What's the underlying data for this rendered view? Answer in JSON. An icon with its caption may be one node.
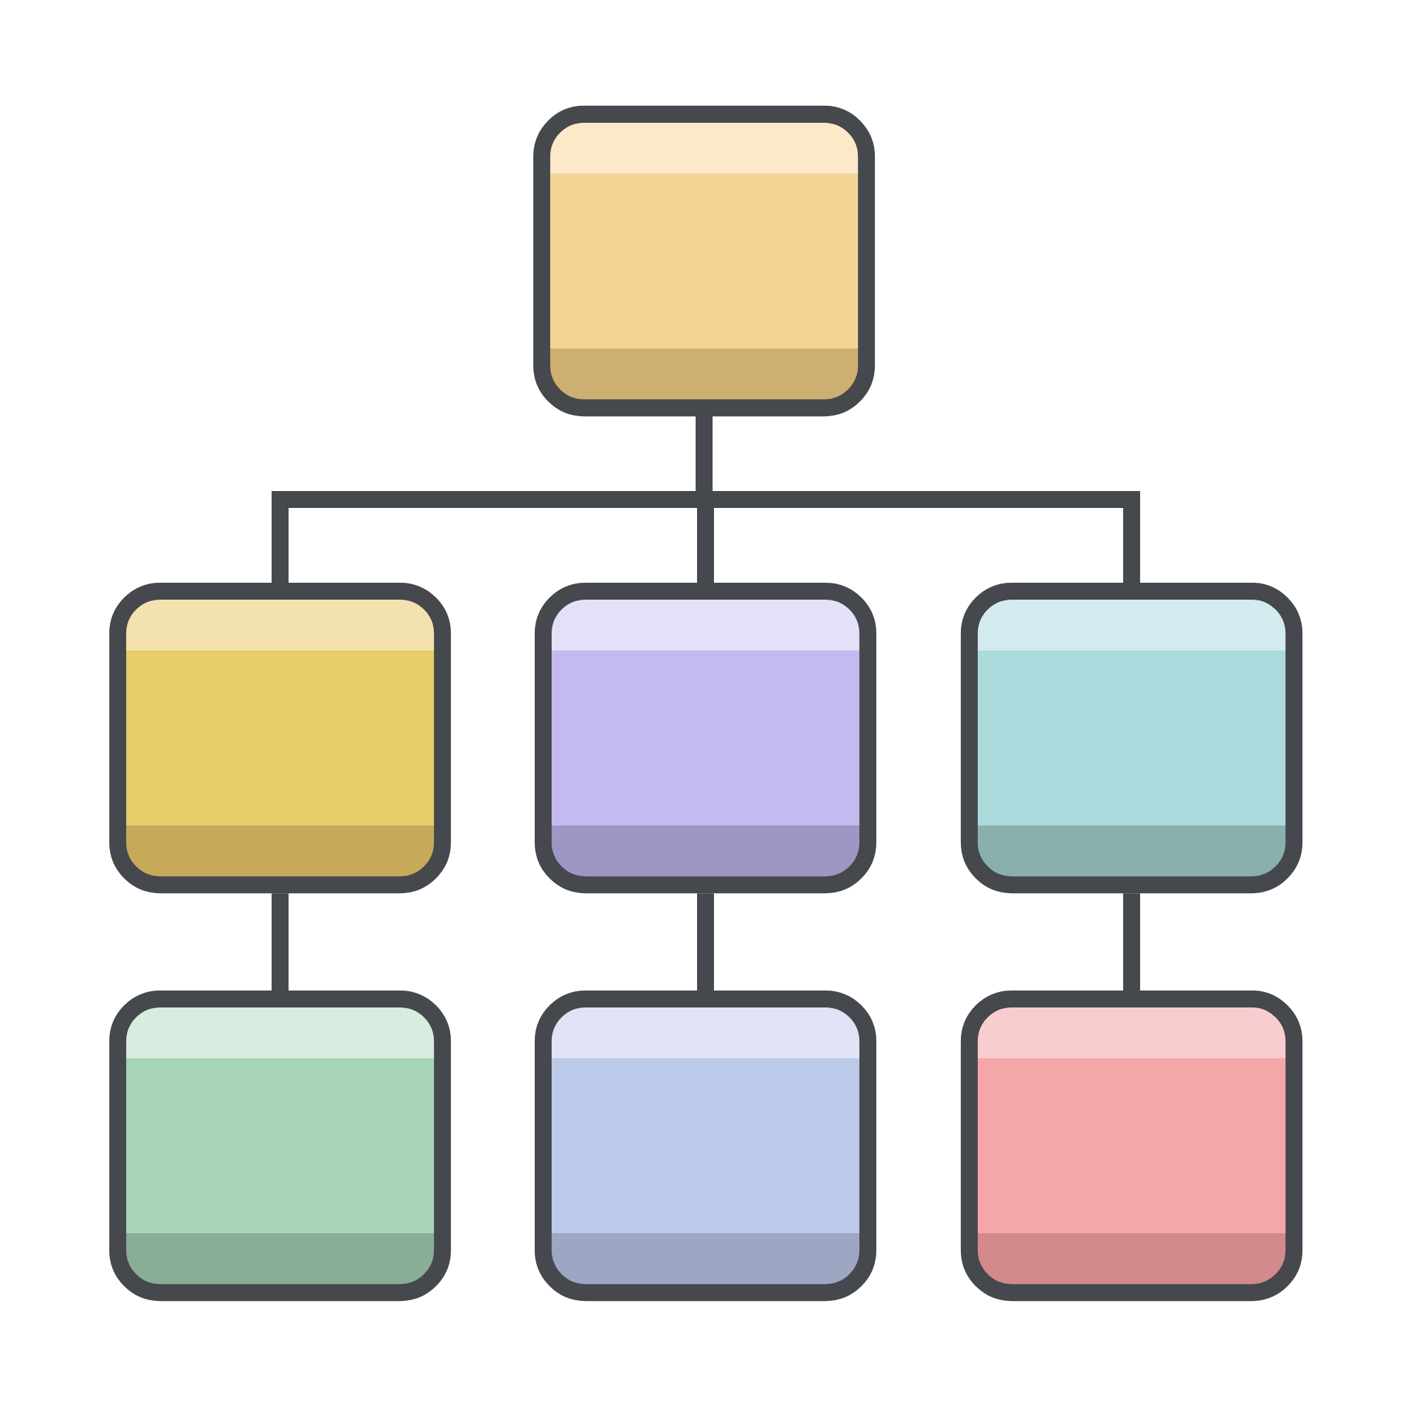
{
  "diagram": {
    "nodes": [
      {
        "text": [],
        "shape": "box"
      },
      {
        "text": [],
        "shape": "box"
      },
      {
        "text": [],
        "shape": "box"
      },
      {
        "text": [],
        "shape": "box"
      },
      {
        "text": [],
        "shape": "box"
      },
      {
        "text": [],
        "shape": "box"
      },
      {
        "text": [],
        "shape": "box"
      }
    ],
    "edges": [
      {
        "from": 0,
        "to": 1,
        "arrow": "none"
      },
      {
        "from": 0,
        "to": 2,
        "arrow": "none"
      },
      {
        "from": 0,
        "to": 3,
        "arrow": "none"
      },
      {
        "from": 1,
        "to": 4,
        "arrow": "none"
      },
      {
        "from": 2,
        "to": 5,
        "arrow": "none"
      },
      {
        "from": 3,
        "to": 6,
        "arrow": "none"
      }
    ]
  }
}
